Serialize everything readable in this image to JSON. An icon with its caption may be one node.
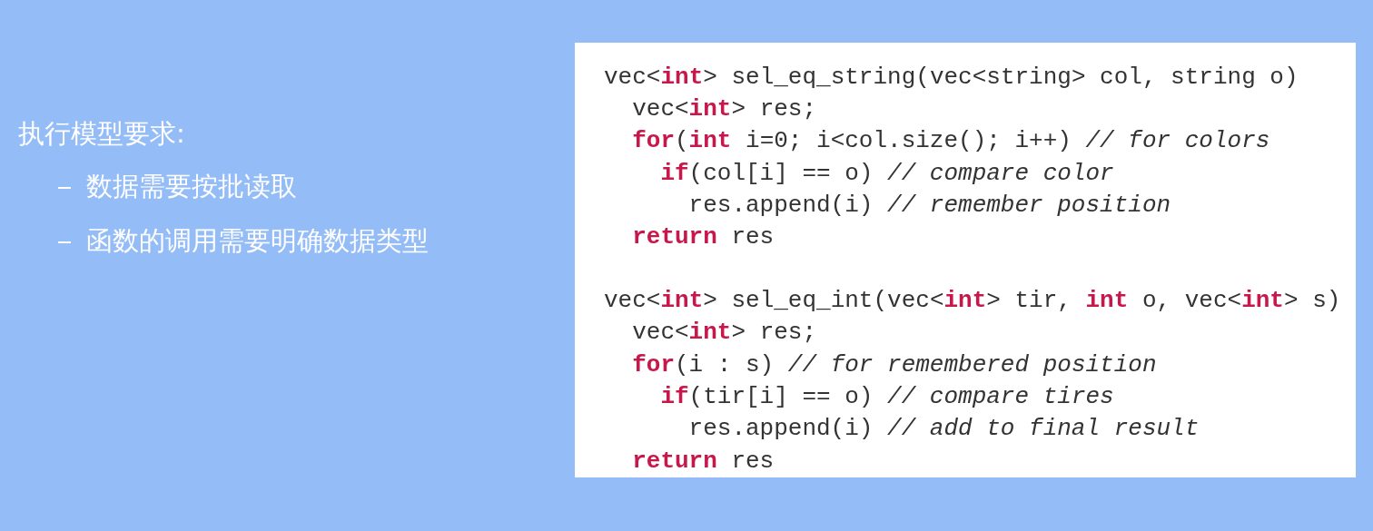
{
  "diagram": {
    "labels": [
      "执行模型要求:",
      "数据需要按批读取",
      "函数的调用需要明确数据类型",
      "vec<**int**> sel_eq_string(vec<string> col, string o)",
      "vec<**int**> res;",
      "**for**(**int** i=0; i<col.size(); i++) *// for colors*",
      "**if**(col[i] == o) *// compare color*",
      "res.append(i) *// remember position*",
      "**return** res",
      "vec<**int**> sel_eq_int(vec<**int**> tir, **int** o, vec<**int**> s)",
      "vec<**int**> res;",
      "**for**(i : s) *// for remembered position*",
      "**if**(tir[i] == o) *// compare tires*",
      "res.append(i) *// add to final result*",
      "**return** res"
    ]
  }
}
